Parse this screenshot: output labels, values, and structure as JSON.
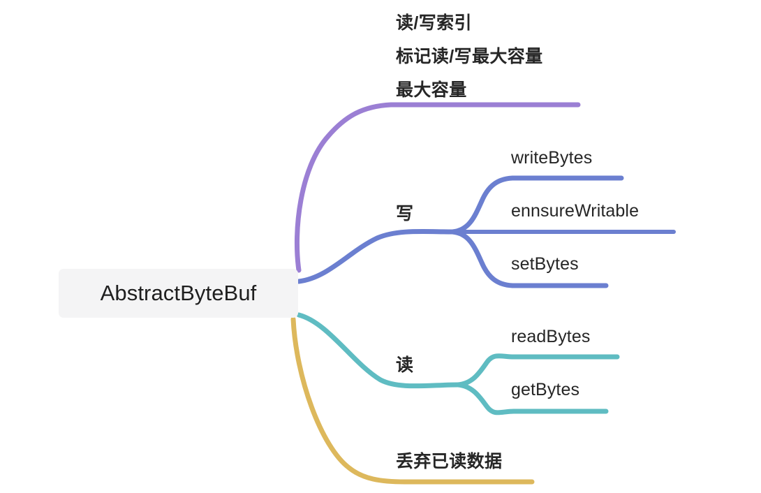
{
  "diagram": {
    "type": "mindmap",
    "background": "#ffffff",
    "root": {
      "label": "AbstractByteBuf",
      "box_fill": "#f4f4f5",
      "text_color": "#1f1f1f"
    },
    "branches": [
      {
        "id": "indices",
        "color": "#9b7fd4",
        "labels": [
          "读/写索引",
          "标记读/写最大容量",
          "最大容量"
        ]
      },
      {
        "id": "write",
        "color": "#6b7fd0",
        "label": "写",
        "children": [
          "writeBytes",
          "ennsureWritable",
          "setBytes"
        ]
      },
      {
        "id": "read",
        "color": "#5fbcc2",
        "label": "读",
        "children": [
          "readBytes",
          "getBytes"
        ]
      },
      {
        "id": "discard",
        "color": "#ddb85c",
        "label": "丢弃已读数据",
        "children": []
      }
    ]
  },
  "labels": {
    "rw_index": "读/写索引",
    "mark_max_capacity": "标记读/写最大容量",
    "max_capacity": "最大容量",
    "write": "写",
    "write_bytes": "writeBytes",
    "ennsure_writable": "ennsureWritable",
    "set_bytes": "setBytes",
    "read": "读",
    "read_bytes": "readBytes",
    "get_bytes": "getBytes",
    "discard_read_bytes": "丢弃已读数据"
  },
  "colors": {
    "purple": "#9b7fd4",
    "blue": "#6b7fd0",
    "teal": "#5fbcc2",
    "gold": "#ddb85c",
    "root_fill": "#f4f4f5",
    "text": "#262626"
  }
}
